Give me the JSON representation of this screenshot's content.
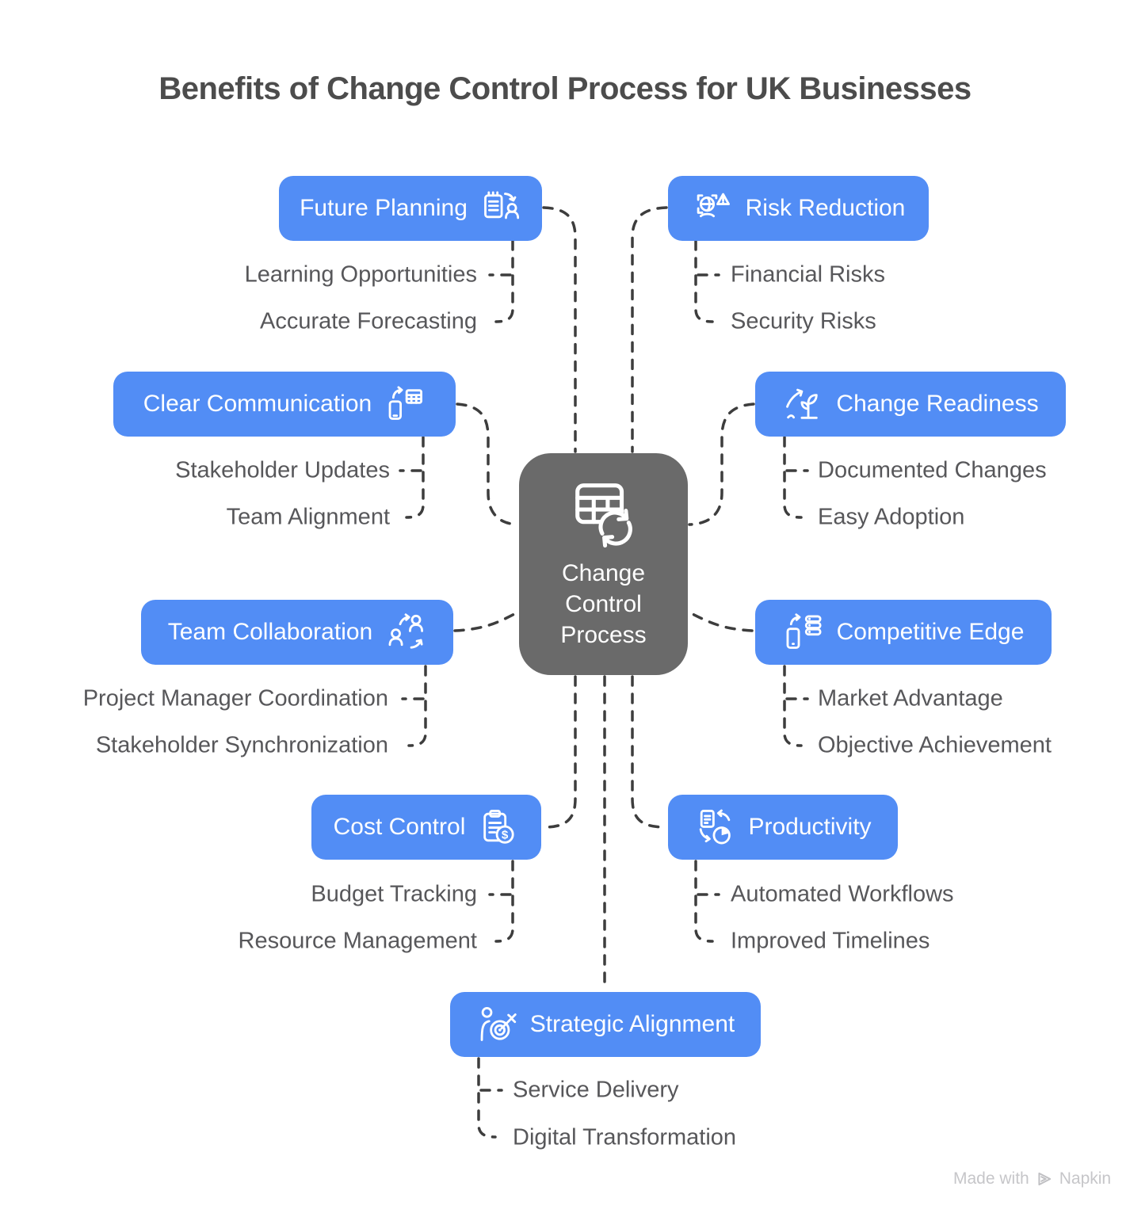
{
  "title": "Benefits of Change Control Process for UK Businesses",
  "center": {
    "label": "Change Control Process",
    "icon": "table-sync-icon"
  },
  "branches": [
    {
      "label": "Future Planning",
      "icon": "notepad-person-icon",
      "side": "left",
      "children": [
        "Learning Opportunities",
        "Accurate Forecasting"
      ]
    },
    {
      "label": "Risk Reduction",
      "icon": "face-warning-icon",
      "side": "right",
      "children": [
        "Financial Risks",
        "Security Risks"
      ]
    },
    {
      "label": "Clear Communication",
      "icon": "phone-calendar-icon",
      "side": "left",
      "children": [
        "Stakeholder Updates",
        "Team Alignment"
      ]
    },
    {
      "label": "Change Readiness",
      "icon": "sprout-growth-icon",
      "side": "right",
      "children": [
        "Documented Changes",
        "Easy Adoption"
      ]
    },
    {
      "label": "Team Collaboration",
      "icon": "people-sync-icon",
      "side": "left",
      "children": [
        "Project Manager Coordination",
        "Stakeholder Synchronization"
      ]
    },
    {
      "label": "Competitive Edge",
      "icon": "phone-server-icon",
      "side": "right",
      "children": [
        "Market Advantage",
        "Objective Achievement"
      ]
    },
    {
      "label": "Cost Control",
      "icon": "clipboard-dollar-icon",
      "side": "left",
      "children": [
        "Budget Tracking",
        "Resource Management"
      ]
    },
    {
      "label": "Productivity",
      "icon": "doc-chart-sync-icon",
      "side": "right",
      "children": [
        "Automated Workflows",
        "Improved Timelines"
      ]
    },
    {
      "label": "Strategic Alignment",
      "icon": "person-target-icon",
      "side": "bottom",
      "children": [
        "Service Delivery",
        "Digital Transformation"
      ]
    }
  ],
  "watermark": {
    "prefix": "Made with",
    "brand": "Napkin"
  },
  "colors": {
    "branch_blue": "#528df5",
    "center_gray": "#6a6a6a",
    "connector_gray": "#3d3d3d",
    "leaf_text": "#57575a",
    "title_text": "#4c4c4c",
    "watermark_text": "#c6c6c9"
  }
}
